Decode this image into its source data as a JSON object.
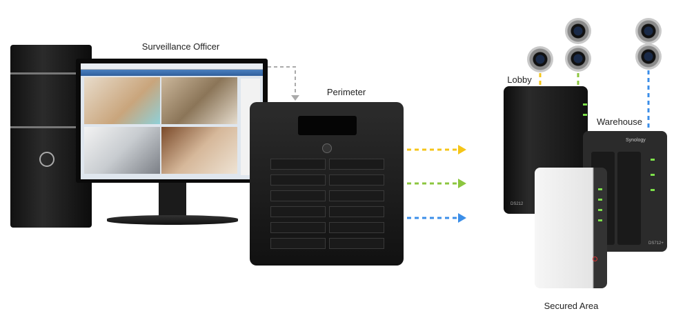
{
  "labels": {
    "officer": "Surveillance Officer",
    "perimeter": "Perimeter",
    "lobby": "Lobby",
    "warehouse": "Warehouse",
    "secured_area": "Secured Area"
  },
  "devices": {
    "lobby_model": "DS212",
    "warehouse_brand": "Synology",
    "warehouse_model": "DS712+"
  },
  "colors": {
    "yellow": "#f5c518",
    "green": "#8cc63f",
    "blue": "#3b8ee8",
    "gray": "#aaaaaa"
  }
}
